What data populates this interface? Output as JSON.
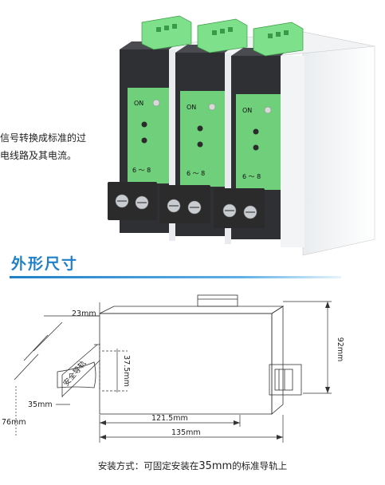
{
  "intro_lines": [
    "信号转换成标准的过",
    "电线路及其电流。"
  ],
  "product_photo": {
    "modules": [
      {
        "on_label": "ON",
        "scale_label": "6 ～ 8"
      },
      {
        "on_label": "ON",
        "scale_label": "6 ～ 8"
      },
      {
        "on_label": "ON",
        "scale_label": "6 ～ 8"
      }
    ],
    "colors": {
      "panel": "#2f3034",
      "faceplate": "#6fcf7a",
      "connector": "#7ee08a",
      "terminal": "#2b2b2b"
    }
  },
  "section": {
    "title": "外形尺寸",
    "title_color": "#1f7fc8"
  },
  "dimensions": {
    "d23": "23mm",
    "d92": "92mm",
    "d37": "37.5mm",
    "d35": "35mm",
    "d76": "76mm",
    "d121": "121.5mm",
    "d135": "135mm",
    "rail_label": "安全导轨"
  },
  "caption": {
    "prefix": "安装方式：可固定安装在",
    "size": "35mm",
    "suffix": "的标准导轨上"
  }
}
